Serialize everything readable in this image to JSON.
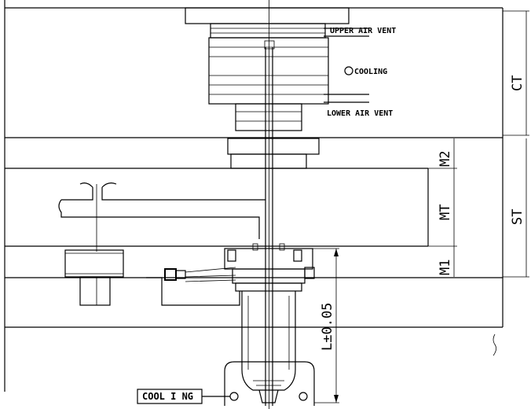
{
  "labels": {
    "upper_air_vent": "UPPER AIR VENT",
    "lower_air_vent": "LOWER AIR VENT",
    "cooling_inner": "COOLING",
    "cooling_box": "COOL I NG"
  },
  "dimensions": {
    "ct": "CT",
    "st": "ST",
    "m2": "M2",
    "mt": "MT",
    "m1": "M1",
    "l_tolerance": "L±0.05"
  }
}
